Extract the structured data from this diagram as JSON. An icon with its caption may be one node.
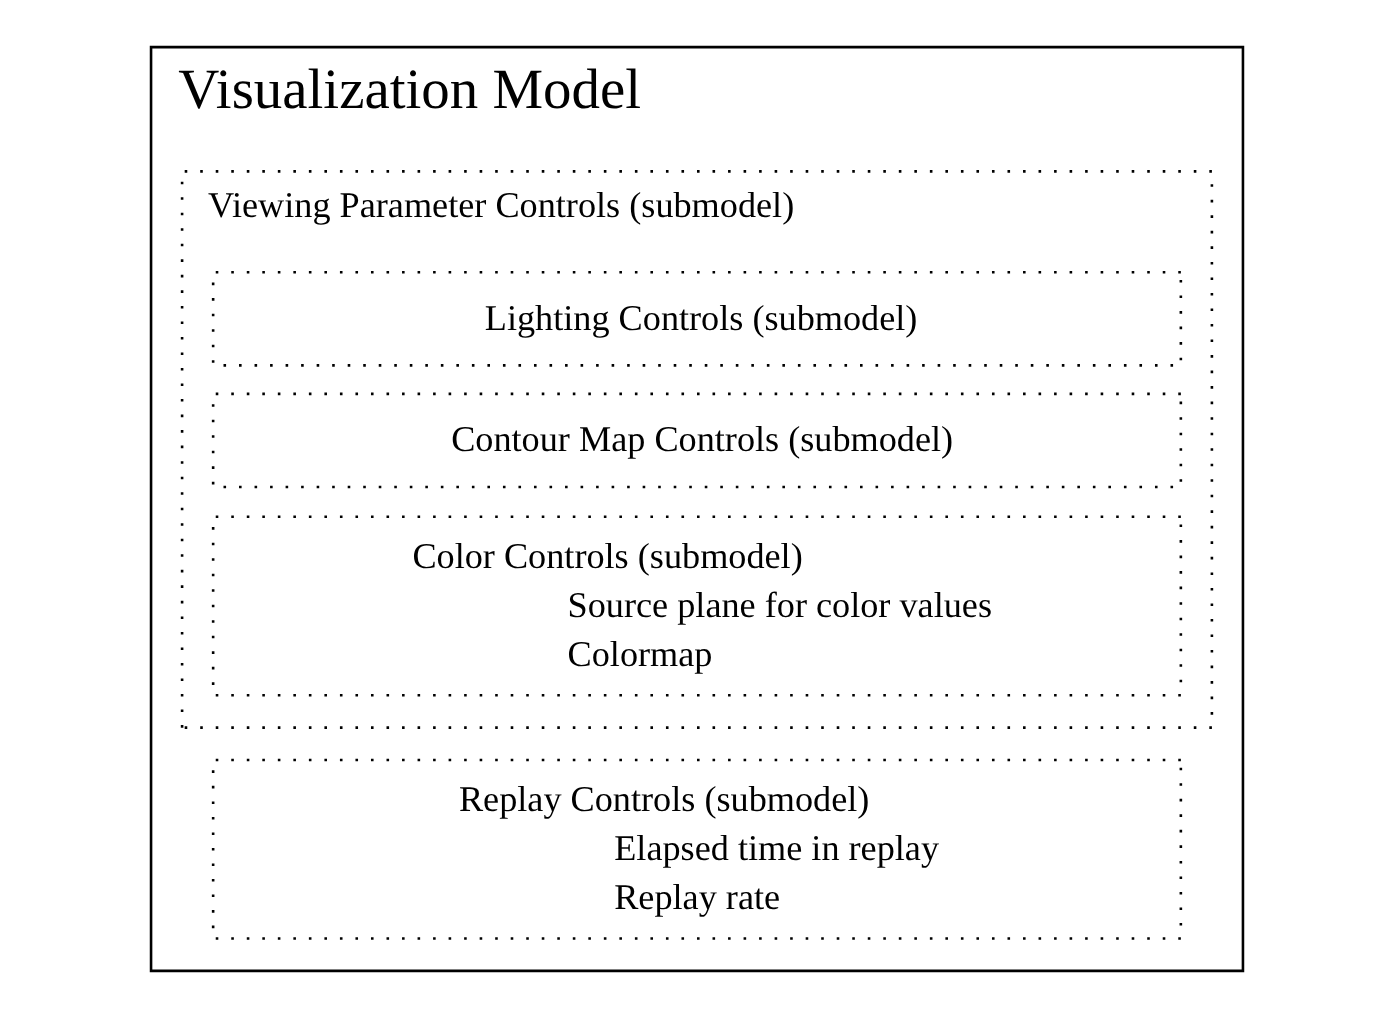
{
  "diagram": {
    "nodes": [
      {
        "text": [
          "Visualization Model"
        ]
      },
      {
        "text": [
          "Replay Controls (submodel)",
          "Elapsed time in replay",
          "Replay rate"
        ],
        "in": 0
      },
      {
        "text": [
          "Viewing Parameter Controls (submodel)"
        ],
        "in": 0
      },
      {
        "text": [
          "Color Controls (submodel)",
          "Source plane for color values",
          "Colormap"
        ],
        "in": 2
      },
      {
        "text": [
          "Contour Map Controls (submodel)"
        ],
        "in": 2
      },
      {
        "text": [
          "Lighting Controls (submodel)"
        ],
        "in": 2
      }
    ]
  }
}
